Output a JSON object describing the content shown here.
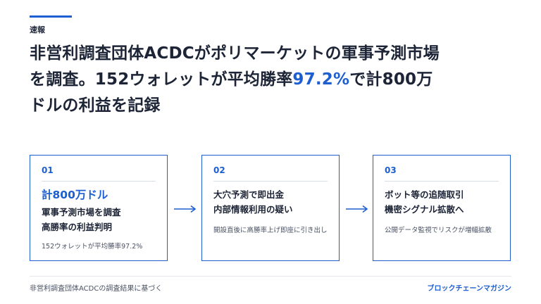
{
  "kicker": "速報",
  "headline": {
    "part1": "非営利調査団体ACDCがポリマーケットの軍事予測市場",
    "part2a": "を調査。152ウォレットが平均勝率",
    "part2_highlight": "97.2%",
    "part2b": "で計800万",
    "part3": "ドルの利益を記録"
  },
  "cards": [
    {
      "num": "01",
      "highlight": "計800万ドル",
      "title_line1": "軍事予測市場を調査",
      "title_line2": "高勝率の利益判明",
      "note": "152ウォレットが平均勝率97.2%"
    },
    {
      "num": "02",
      "title_line1": "大穴予測で即出金",
      "title_line2": "内部情報利用の疑い",
      "note": "開設直後に高勝率上げ即座に引き出し"
    },
    {
      "num": "03",
      "title_line1": "ボット等の追随取引",
      "title_line2": "機密シグナル拡散へ",
      "note": "公開データ監視でリスクが増幅拡散"
    }
  ],
  "footer": {
    "source": "非営利調査団体ACDCの調査結果に基づく",
    "brand": "ブロックチェーンマガジン"
  },
  "colors": {
    "accent": "#1d5fd1",
    "text": "#1c2436",
    "muted": "#4a5263"
  }
}
